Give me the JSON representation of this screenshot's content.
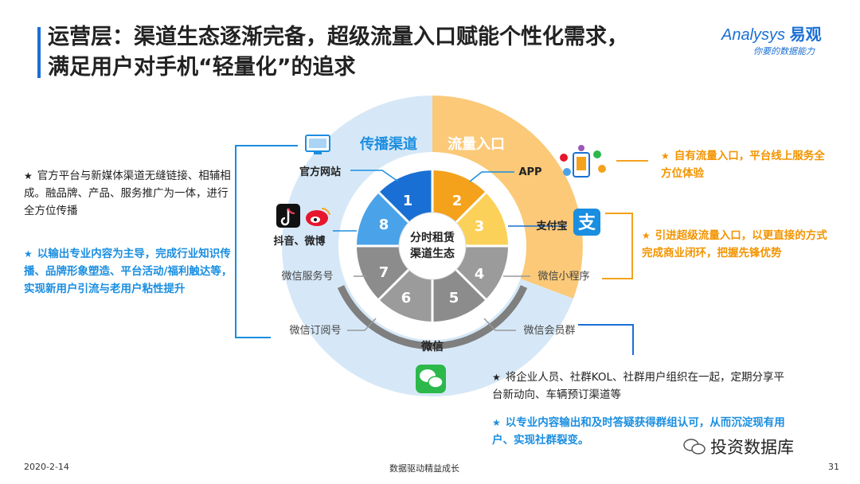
{
  "title": {
    "line1": "运营层：渠道生态逐渐完备，超级流量入口赋能个性化需求，",
    "line2": "满足用户对手机“轻量化”的追求"
  },
  "brand": {
    "logo_text": "nalysys",
    "logo_initial": "A",
    "logo_cn": "易观",
    "tagline": "你要的数据能力"
  },
  "diagram": {
    "center_line1": "分时租赁",
    "center_line2": "渠道生态",
    "left_header": "传播渠道",
    "right_header": "流量入口",
    "segments": [
      "1",
      "2",
      "3",
      "4",
      "5",
      "6",
      "7",
      "8"
    ],
    "labels": {
      "official_site": "官方网站",
      "app": "APP",
      "alipay": "支付宝",
      "douyin_weibo": "抖音、微博",
      "wechat_service": "微信服务号",
      "wechat_mini": "微信小程序",
      "wechat_sub": "微信订阅号",
      "wechat_group": "微信会员群",
      "wechat": "微信"
    },
    "colors": {
      "blue_dark": "#1a6fd4",
      "blue_light": "#4aa3e8",
      "orange": "#f4a21c",
      "yellow": "#fbd159",
      "gray": "#9b9b9b",
      "ring_blue": "#d6e8f7",
      "ring_orange": "#fbc978"
    }
  },
  "left_text": {
    "point1": "官方平台与新媒体渠道无缝链接、相辅相成。融品牌、产品、服务推广为一体，进行全方位传播",
    "point2": "以输出专业内容为主导，完成行业知识传播、品牌形象塑造、平台活动/福利触达等，实现新用户引流与老用户粘性提升"
  },
  "right_text": {
    "point1": "自有流量入口，平台线上服务全方位体验",
    "point2": "引进超级流量入口，以更直接的方式完成商业闭环，把握先锋优势"
  },
  "bottom_text": {
    "point1": "将企业人员、社群KOL、社群用户组织在一起，定期分享平台新动向、车辆预订渠道等",
    "point2": "以专业内容输出和及时答疑获得群组认可，从而沉淀现有用户、实现社群裂变。"
  },
  "stars": {
    "star": "★"
  },
  "footer": {
    "date": "2020-2-14",
    "slogan": "数据驱动精益成长",
    "page": "31",
    "watermark": "投资数据库"
  }
}
